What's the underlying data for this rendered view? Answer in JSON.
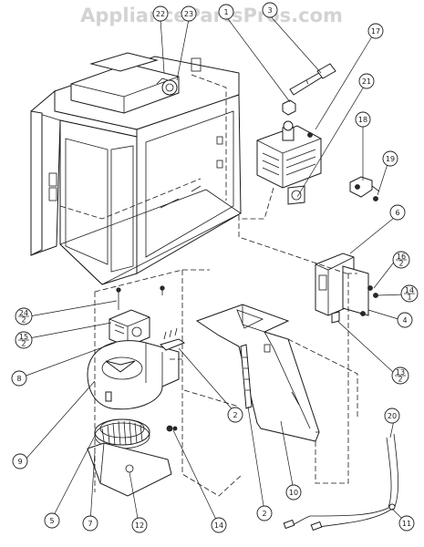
{
  "watermark": "AppliancePartsPros.com",
  "callouts": [
    {
      "id": "c22",
      "label": "22"
    },
    {
      "id": "c23",
      "label": "23"
    },
    {
      "id": "c1",
      "label": "1"
    },
    {
      "id": "c3",
      "label": "3"
    },
    {
      "id": "c17",
      "label": "17"
    },
    {
      "id": "c21",
      "label": "21"
    },
    {
      "id": "c18",
      "label": "18"
    },
    {
      "id": "c19",
      "label": "19"
    },
    {
      "id": "c6",
      "label": "6"
    },
    {
      "id": "c16",
      "label": "16",
      "sub": "2"
    },
    {
      "id": "c14r",
      "label": "14",
      "sub": "1"
    },
    {
      "id": "c4",
      "label": "4"
    },
    {
      "id": "c13",
      "label": "13",
      "sub": "2"
    },
    {
      "id": "c24",
      "label": "24",
      "sub": "2"
    },
    {
      "id": "c15",
      "label": "15",
      "sub": "2"
    },
    {
      "id": "c8",
      "label": "8"
    },
    {
      "id": "c9",
      "label": "9"
    },
    {
      "id": "c5",
      "label": "5"
    },
    {
      "id": "c7",
      "label": "7"
    },
    {
      "id": "c12",
      "label": "12"
    },
    {
      "id": "c14b",
      "label": "14"
    },
    {
      "id": "c2a",
      "label": "2"
    },
    {
      "id": "c2b",
      "label": "2"
    },
    {
      "id": "c10",
      "label": "10"
    },
    {
      "id": "c20",
      "label": "20"
    },
    {
      "id": "c11",
      "label": "11"
    }
  ]
}
